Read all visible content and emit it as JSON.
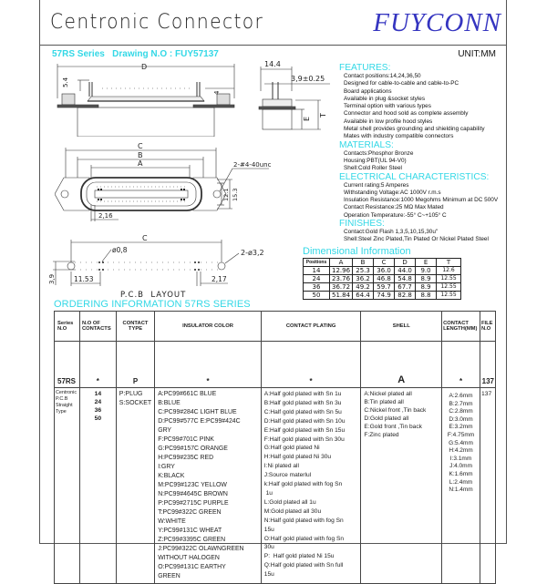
{
  "header": {
    "title": "Centronic Connector",
    "brand": "FUYCONN",
    "series_line": "57RS Series   Drawing N.O : FUY57137",
    "unit": "UNIT:MM"
  },
  "drawings": {
    "side_view": {
      "dim_D": "D",
      "dim_5_4": "5.4",
      "dim_4": "4"
    },
    "end_view": {
      "dim_14_4": "14.4",
      "dim_3_9": "3,9±0.25",
      "dim_E": "E",
      "dim_T": "T"
    },
    "top_view": {
      "dim_C": "C",
      "dim_B": "B",
      "dim_A": "A",
      "screw": "2-#4-40unc",
      "dim_12_1": "12.1",
      "dim_15_3": "15.3",
      "dim_2_16": "2,16"
    },
    "pcb_layout": {
      "dim_C": "C",
      "hole_small": "ø0,8",
      "hole_large": "2-ø3,2",
      "dim_3_9": "3,9",
      "dim_11_53": "11.53",
      "dim_2_17": "2,17",
      "label": "P.C.B  LAYOUT"
    }
  },
  "specs": {
    "features": {
      "heading": "FEATURES:",
      "items": [
        "Contact positions:14,24,36,50",
        "Designed for cable-to-cable and cable-to-PC",
        "Board applications",
        "Available in plug &socket styles",
        "Terminal option with various types",
        "Connector and hood sold as complete assembly",
        "Available in low profile hood styles",
        "Metal shell provides grounding and shielding capability",
        "Mates with industry compatible connectors"
      ]
    },
    "materials": {
      "heading": "MATERIALS:",
      "items": [
        "Contacts:Phosphor Bronze",
        "Housing:PBT(UL 94-V0)",
        "Shell:Cold Roller Steel"
      ]
    },
    "electrical": {
      "heading": "ELECTRICAL CHARACTERISTICS:",
      "items": [
        "Current rating:5 Amperes",
        "Withstanding Voltage:AC 1000V r.m.s",
        "Insulation Resistance:1000  Megohms Minimum at DC 500V",
        "Contact Resistance:25 MΩ  Max Mated",
        "Operation Temperature:-55° C~+105° C"
      ]
    },
    "finishes": {
      "heading": "FINISHES:",
      "items": [
        "Contact:Gold Flash 1,3,5,10,15,30u\"",
        "Shell:Steel Zinc Plated,Tin Plated Or Nickel Plated Steel"
      ]
    }
  },
  "dimensional_info": {
    "title": "Dimensional Information",
    "headers": [
      "Positions",
      "A",
      "B",
      "C",
      "D",
      "E",
      "T"
    ],
    "rows": [
      [
        "14",
        "12.96",
        "25.3",
        "36.0",
        "44.0",
        "9.0",
        "12.6"
      ],
      [
        "24",
        "23.76",
        "36.2",
        "46.8",
        "54.8",
        "8.9",
        "12.55"
      ],
      [
        "36",
        "36.72",
        "49.2",
        "59.7",
        "67.7",
        "8.9",
        "12.55"
      ],
      [
        "50",
        "51.84",
        "64.4",
        "74.9",
        "82.8",
        "8.8",
        "12.55"
      ]
    ]
  },
  "ordering": {
    "title": "ORDERING INFORMATION 57RS SERIES",
    "headers": [
      "Series N.O",
      "N.O OF CONTACTS",
      "CONTACT TYPE",
      "INSULATOR COLOR",
      "CONTACT PLATING",
      "SHELL",
      "CONTACT LENGTH(MM)",
      "FILE N.O"
    ],
    "code": [
      "57RS",
      "*",
      "P",
      "*",
      "*",
      "A",
      "*",
      "137"
    ],
    "details": {
      "series": [
        "Centronic",
        "P.C.B",
        "Straight",
        "Type"
      ],
      "contacts": [
        "14",
        "24",
        "36",
        "50"
      ],
      "contact_type": [
        "P:PLUG",
        "S:SOCKET"
      ],
      "insulator_color": [
        "A:PC99#661C BLUE",
        "B:BLUE",
        "C:PC99#284C LIGHT BLUE",
        "D:PC99#577C E:PC99#424C",
        "GRY",
        "F:PC99#701C PINK",
        "G:PC99#157C ORANGE",
        "H:PC99#235C RED",
        "I:GRY",
        "K:BLACK",
        "M:PC99#123C  YELLOW",
        "N:PC99#4645C BROWN",
        "P:PC99#2715C PURPLE",
        "T:PC99#322C GREEN",
        "W:WHITE",
        "Y:PC99#131C WHEAT",
        "Z:PC99#3395C GREEN",
        "J:PC99#322C OLAWNGREEN",
        "WITHOUT HALOGEN",
        "O:PC99#131C EARTHY",
        "GREEN"
      ],
      "contact_plating": [
        "A:Half gold plated with Sn 1u",
        "B:Half gold plated with Sn 3u",
        "C:Half gold plated with Sn 5u",
        "D:Half gold plated with Sn 10u",
        "E:Half gold plated with Sn 15u",
        "F:Half gold plated with Sn 30u",
        "G:Half gold plated Ni",
        "H:Half gold plated Ni 30u",
        "I:Ni plated all",
        "J:Source materlul",
        "k:Half gold plated with fog Sn",
        " 1u",
        "L:Gold plated all 1u",
        "M:Gold plated all 30u",
        "N:Half gold plated with fog Sn",
        "15u",
        "O:Half gold plated with fog Sn",
        "30u",
        "P:  Half gold plated Ni 15u",
        "Q:Half gold plated with Sn full",
        "15u"
      ],
      "shell": [
        "A:Nickel plated all",
        "B:Tin plated all",
        "C:Nickel front ,Tin back",
        "D:Gold plated all",
        "E:Gold front ,Tin back",
        "F:Zinc plated"
      ],
      "contact_length": [
        "A:2.6mm",
        "B:2.7mm",
        "C:2.8mm",
        "D:3.0mm",
        "E:3.2mm",
        "F:4.75mm",
        "G:5.4mm",
        "H:4.2mm",
        "I:3.1mm",
        "J:4.0mm",
        "K:1.6mm",
        "L:2.4mm",
        "N:1.4mm"
      ],
      "file_no": "137"
    }
  },
  "colors": {
    "accent_cyan": "#33d8e6",
    "brand_blue": "#3535c0",
    "line": "#444444"
  }
}
